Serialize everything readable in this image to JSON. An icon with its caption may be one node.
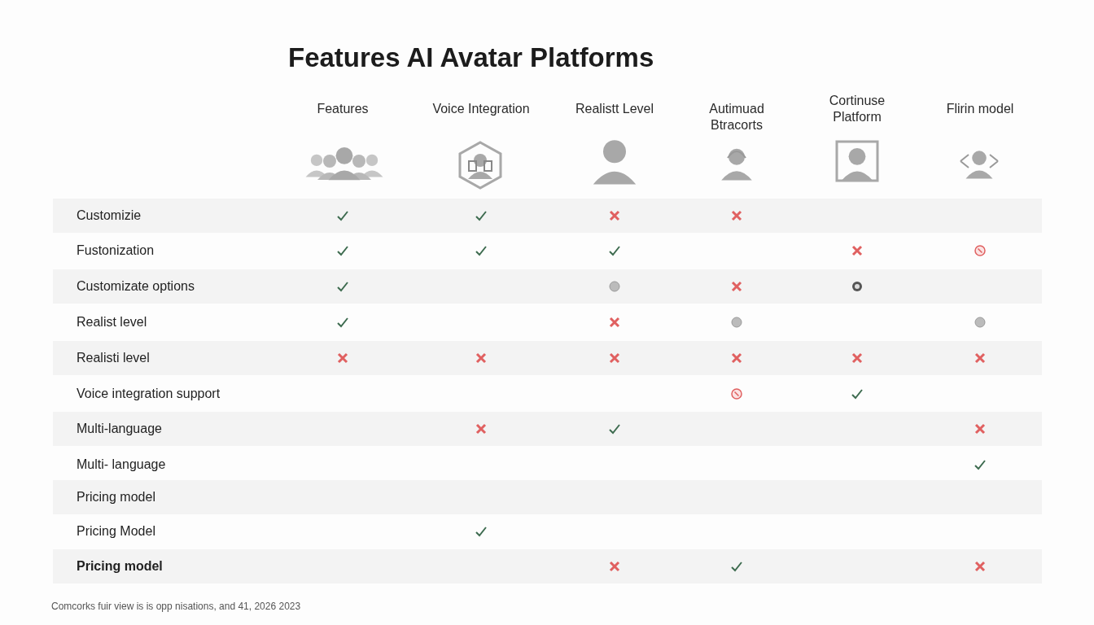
{
  "diagram": {
    "title": "Features AI Avatar Platforms",
    "caption": "Comcorks fuir view is is opp nisations, and 41, 2026 2023",
    "labels": [
      "Features",
      "Voice Integration",
      "Realistt Level",
      "Autimuad Btracorts",
      "Cortinuse Platform",
      "Flirin model",
      "Customizie",
      "Fustonization",
      "Customizate options",
      "Realist level",
      "Realisti level",
      "Voice integration support",
      "Multi-language",
      "Multi- language",
      "Pricing model",
      "Pricing Model",
      "Pricing model"
    ]
  }
}
